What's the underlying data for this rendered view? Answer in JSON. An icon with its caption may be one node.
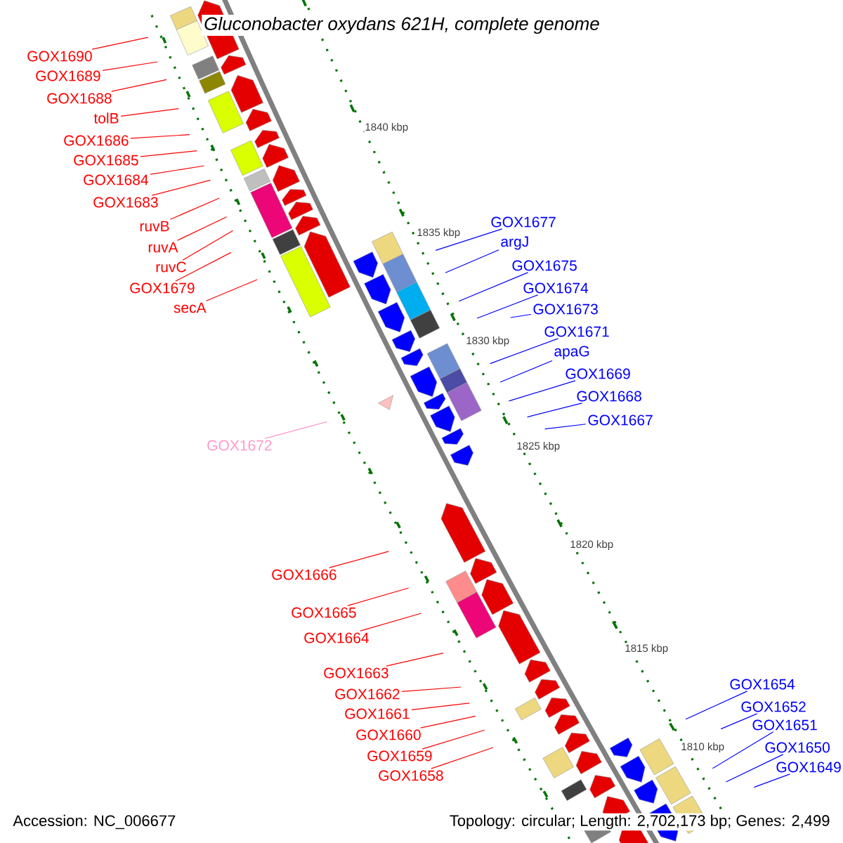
{
  "diagram": {
    "title": "Gluconobacter oxydans 621H, complete genome",
    "nodes": [
      {
        "text": [
          "GOX1690"
        ]
      },
      {
        "text": [
          "GOX1689"
        ]
      },
      {
        "text": [
          "GOX1688"
        ]
      },
      {
        "text": [
          "tolB"
        ]
      },
      {
        "text": [
          "GOX1686"
        ]
      },
      {
        "text": [
          "GOX1685"
        ]
      },
      {
        "text": [
          "GOX1684"
        ]
      },
      {
        "text": [
          "GOX1683"
        ]
      },
      {
        "text": [
          "ruvB"
        ]
      },
      {
        "text": [
          "ruvA"
        ]
      },
      {
        "text": [
          "ruvC"
        ]
      },
      {
        "text": [
          "GOX1679"
        ]
      },
      {
        "text": [
          "secA"
        ]
      },
      {
        "text": [
          "GOX1677"
        ]
      },
      {
        "text": [
          "argJ"
        ]
      },
      {
        "text": [
          "GOX1675"
        ]
      },
      {
        "text": [
          "GOX1674"
        ]
      },
      {
        "text": [
          "GOX1673"
        ]
      },
      {
        "text": [
          "GOX1671"
        ]
      },
      {
        "text": [
          "apaG"
        ]
      },
      {
        "text": [
          "GOX1669"
        ]
      },
      {
        "text": [
          "GOX1668"
        ]
      },
      {
        "text": [
          "GOX1667"
        ]
      },
      {
        "text": [
          "GOX1672"
        ]
      },
      {
        "text": [
          "GOX1666"
        ]
      },
      {
        "text": [
          "GOX1665"
        ]
      },
      {
        "text": [
          "GOX1664"
        ]
      },
      {
        "text": [
          "GOX1663"
        ]
      },
      {
        "text": [
          "GOX1662"
        ]
      },
      {
        "text": [
          "GOX1661"
        ]
      },
      {
        "text": [
          "GOX1660"
        ]
      },
      {
        "text": [
          "GOX1659"
        ]
      },
      {
        "text": [
          "GOX1658"
        ]
      },
      {
        "text": [
          "GOX1654"
        ]
      },
      {
        "text": [
          "GOX1652"
        ]
      },
      {
        "text": [
          "GOX1651"
        ]
      },
      {
        "text": [
          "GOX1650"
        ]
      },
      {
        "text": [
          "GOX1649"
        ]
      }
    ],
    "edges": [
      {
        "from": 0,
        "to": null,
        "arrow": "none"
      },
      {
        "from": 1,
        "to": null,
        "arrow": "none"
      },
      {
        "from": 2,
        "to": null,
        "arrow": "none"
      },
      {
        "from": 3,
        "to": null,
        "arrow": "none"
      },
      {
        "from": 4,
        "to": null,
        "arrow": "none"
      },
      {
        "from": 5,
        "to": null,
        "arrow": "none"
      },
      {
        "from": 6,
        "to": null,
        "arrow": "none"
      },
      {
        "from": 7,
        "to": null,
        "arrow": "none"
      },
      {
        "from": 8,
        "to": null,
        "arrow": "none"
      },
      {
        "from": 9,
        "to": null,
        "arrow": "none"
      },
      {
        "from": 10,
        "to": null,
        "arrow": "none"
      },
      {
        "from": 11,
        "to": null,
        "arrow": "none"
      },
      {
        "from": 12,
        "to": null,
        "arrow": "none"
      },
      {
        "from": 13,
        "to": null,
        "arrow": "none",
        "color": "#0000ff"
      },
      {
        "from": 14,
        "to": null,
        "arrow": "none",
        "color": "#0000ff"
      },
      {
        "from": 15,
        "to": null,
        "arrow": "none",
        "color": "#0000ff"
      },
      {
        "from": 16,
        "to": null,
        "arrow": "none",
        "color": "#0000ff"
      },
      {
        "from": 17,
        "to": null,
        "arrow": "none",
        "color": "#0000ff"
      },
      {
        "from": 18,
        "to": null,
        "arrow": "none",
        "color": "#0000ff"
      },
      {
        "from": 19,
        "to": null,
        "arrow": "none",
        "color": "#0000ff"
      },
      {
        "from": 20,
        "to": null,
        "arrow": "none",
        "color": "#0000ff"
      },
      {
        "from": 21,
        "to": null,
        "arrow": "none",
        "color": "#0000ff"
      },
      {
        "from": 22,
        "to": null,
        "arrow": "none",
        "color": "#0000ff"
      },
      {
        "from": 23,
        "to": null,
        "arrow": "none",
        "color": "#ff99cc"
      },
      {
        "from": 24,
        "to": null,
        "arrow": "none"
      },
      {
        "from": 25,
        "to": null,
        "arrow": "none"
      },
      {
        "from": 26,
        "to": null,
        "arrow": "none"
      },
      {
        "from": 27,
        "to": null,
        "arrow": "none"
      },
      {
        "from": 28,
        "to": null,
        "arrow": "none"
      },
      {
        "from": 29,
        "to": null,
        "arrow": "none"
      },
      {
        "from": 30,
        "to": null,
        "arrow": "none"
      },
      {
        "from": 31,
        "to": null,
        "arrow": "none"
      },
      {
        "from": 32,
        "to": null,
        "arrow": "none"
      },
      {
        "from": 33,
        "to": null,
        "arrow": "none",
        "color": "#0000ff"
      },
      {
        "from": 34,
        "to": null,
        "arrow": "none",
        "color": "#0000ff"
      },
      {
        "from": 35,
        "to": null,
        "arrow": "none",
        "color": "#0000ff"
      },
      {
        "from": 36,
        "to": null,
        "arrow": "none",
        "color": "#0000ff"
      },
      {
        "from": 37,
        "to": null,
        "arrow": "none",
        "color": "#0000ff"
      }
    ],
    "labels": [
      "1840 kbp",
      "1835 kbp",
      "1830 kbp",
      "1825 kbp",
      "1820 kbp",
      "1815 kbp",
      "1810 kbp",
      "Accession: NC_006677",
      "Topology: circular; Length: 2,702,173 bp; Genes: 2,499"
    ]
  }
}
